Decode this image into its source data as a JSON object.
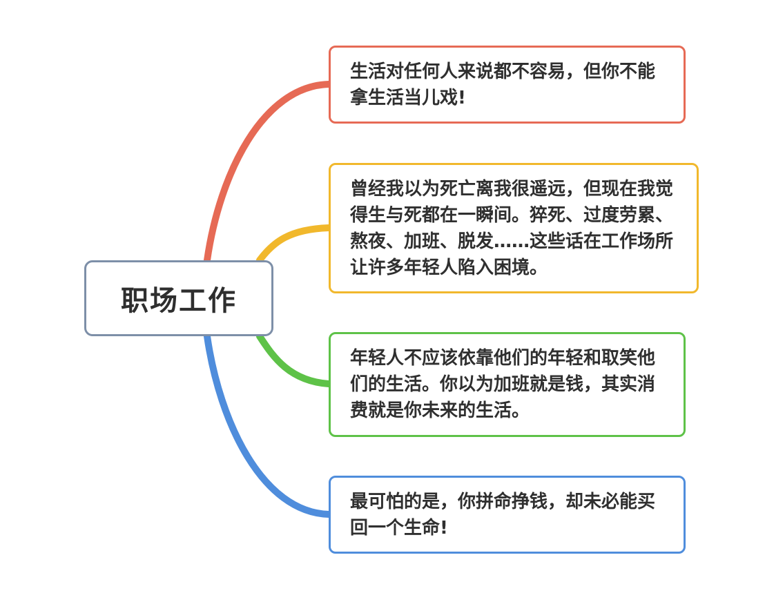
{
  "root": {
    "label": "职场工作",
    "color": "#7d8fa8"
  },
  "branches": [
    {
      "text": "生活对任何人来说都不容易，但你不能拿生活当儿戏!",
      "color": "#e66a55"
    },
    {
      "text": "曾经我以为死亡离我很遥远，但现在我觉得生与死都在一瞬间。猝死、过度劳累、熬夜、加班、脱发……这些话在工作场所让许多年轻人陷入困境。",
      "color": "#f1b82c"
    },
    {
      "text": "年轻人不应该依靠他们的年轻和取笑他们的生活。你以为加班就是钱，其实消费就是你未来的生活。",
      "color": "#5ec248"
    },
    {
      "text": "最可怕的是，你拼命挣钱，却未必能买回一个生命!",
      "color": "#4f8ddc"
    }
  ]
}
